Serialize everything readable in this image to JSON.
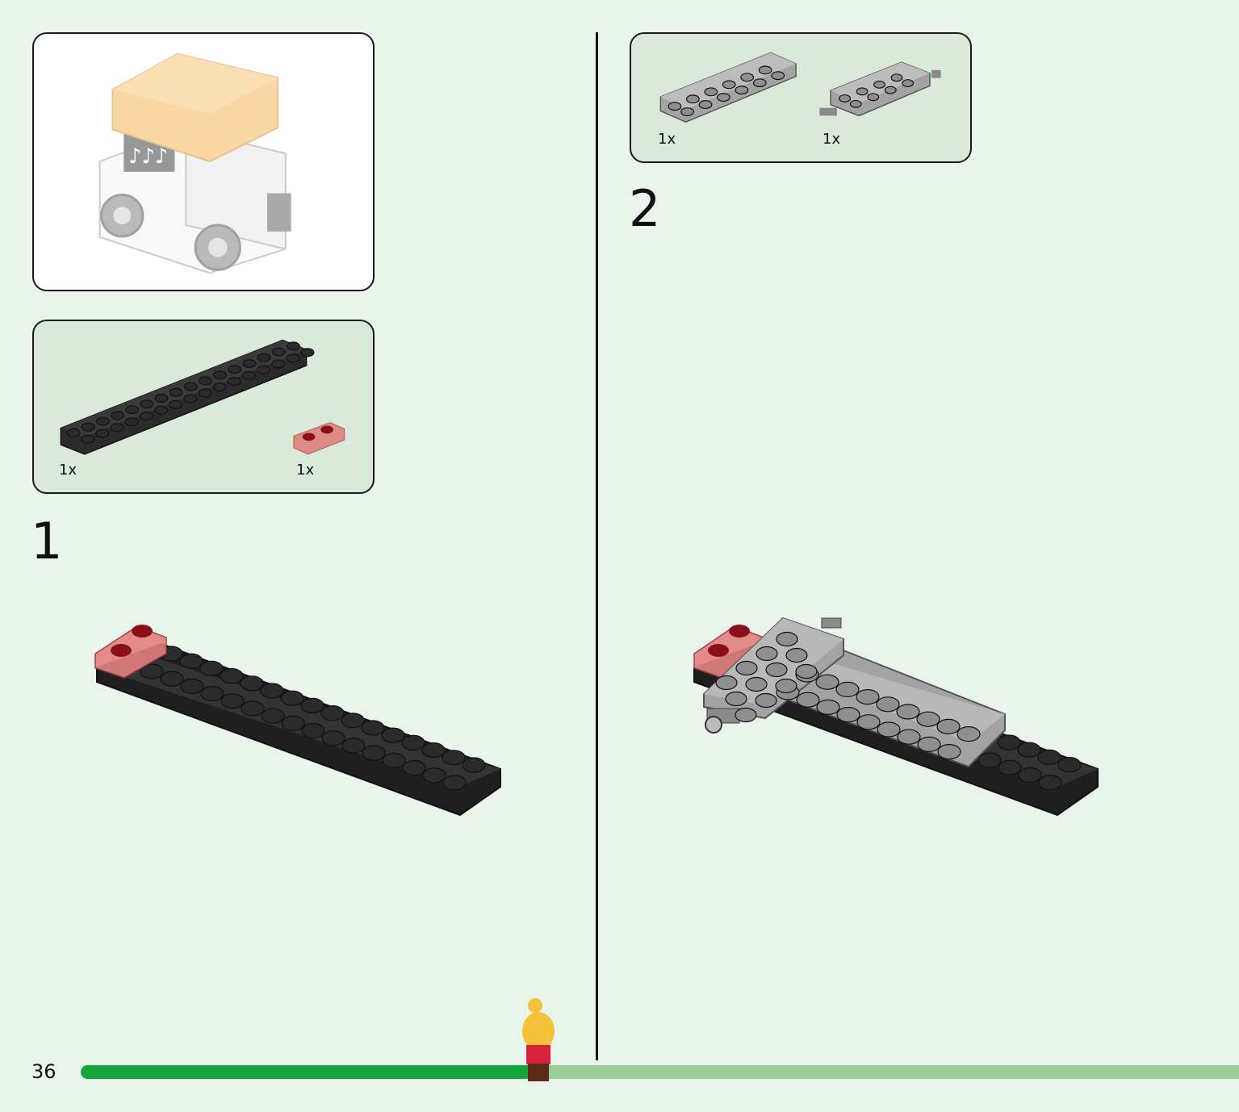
{
  "page": {
    "number": "36"
  },
  "progress": {
    "fraction": 0.39
  },
  "colors": {
    "background": "#e9f4ea",
    "parts_box": "#d9e9da",
    "progress_fill": "#14a63c",
    "progress_track": "#9ccc98",
    "brick_black": "#2b2b2b",
    "brick_grey": "#a3a3a3",
    "brick_trans_red": "#e27a7a",
    "roof_orange": "#f7c77a"
  },
  "steps": [
    {
      "number": "1",
      "parts": [
        {
          "qty": "1x",
          "icon": "black-plate-2x16-icon"
        },
        {
          "qty": "1x",
          "icon": "trans-red-plate-1x2-icon"
        }
      ]
    },
    {
      "number": "2",
      "parts": [
        {
          "qty": "1x",
          "icon": "grey-plate-2x6-icon"
        },
        {
          "qty": "1x",
          "icon": "grey-plate-with-pins-icon"
        }
      ]
    }
  ]
}
